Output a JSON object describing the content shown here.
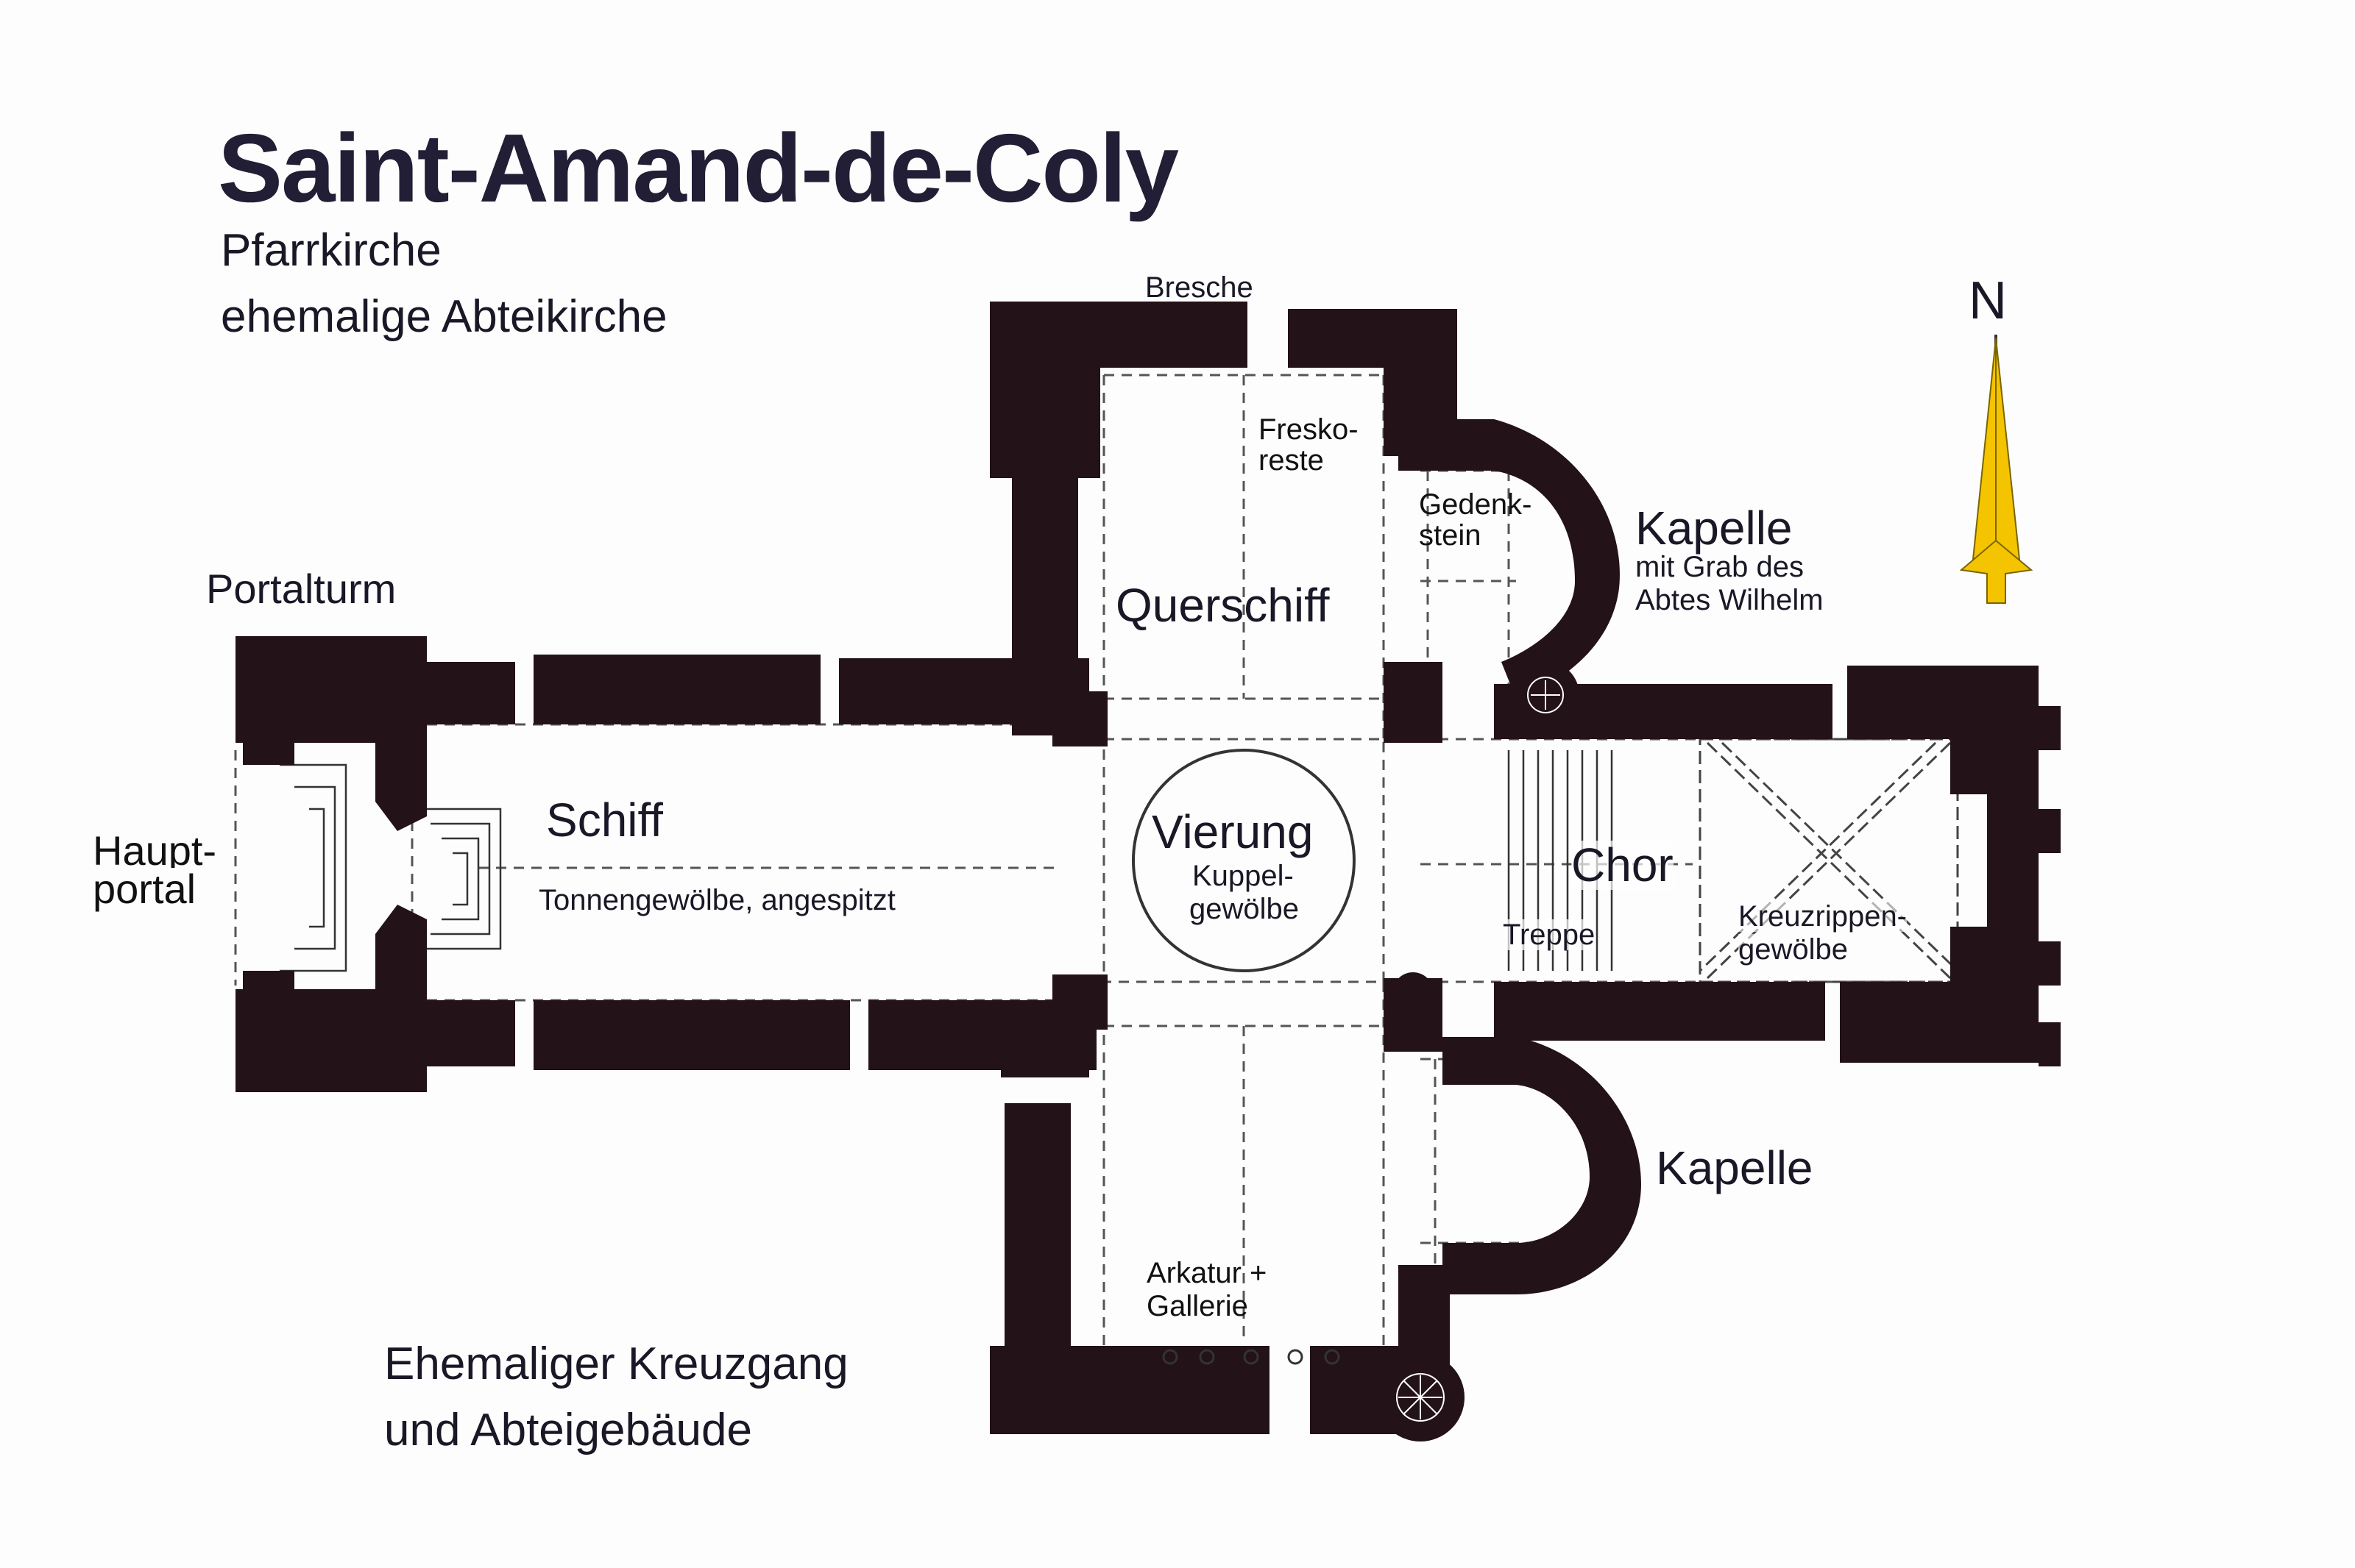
{
  "title": "Saint-Amand-de-Coly",
  "subtitle_1": "Pfarrkirche",
  "subtitle_2": "ehemalige Abteikirche",
  "north": "N",
  "labels": {
    "bresche": "Bresche",
    "freskoreste_1": "Fresko-",
    "freskoreste_2": "reste",
    "gedenkstein_1": "Gedenk-",
    "gedenkstein_2": "stein",
    "kapelle_north": "Kapelle",
    "kapelle_north_desc_1": "mit Grab des",
    "kapelle_north_desc_2": "Abtes Wilhelm",
    "portalturm": "Portalturm",
    "querschiff": "Querschiff",
    "hauptportal_1": "Haupt-",
    "hauptportal_2": "portal",
    "schiff": "Schiff",
    "schiff_desc": "Tonnengewölbe, angespitzt",
    "vierung": "Vierung",
    "kuppel_1": "Kuppel-",
    "kuppel_2": "gewölbe",
    "chor": "Chor",
    "treppe": "Treppe",
    "kreuzrippen_1": "Kreuzrippen-",
    "kreuzrippen_2": "gewölbe",
    "kapelle_south": "Kapelle",
    "arkatur_1": "Arkatur +",
    "arkatur_2": "Gallerie",
    "kreuzgang_1": "Ehemaliger Kreuzgang",
    "kreuzgang_2": "und Abteigebäude"
  },
  "colors": {
    "wall": "#231217",
    "arrow": "#f5c400",
    "text": "#1b1828"
  }
}
